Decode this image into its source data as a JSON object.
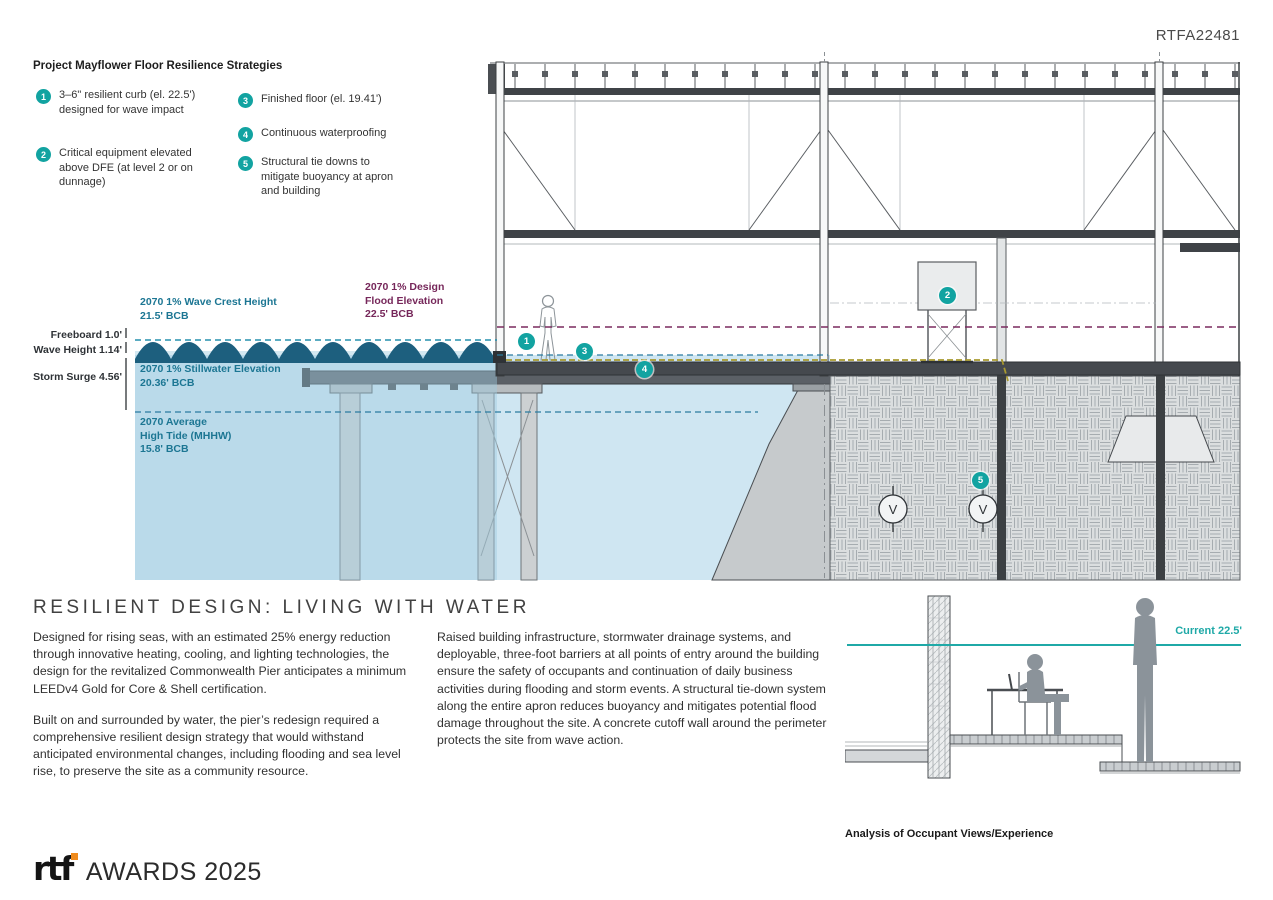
{
  "header": {
    "ref": "RTFA22481"
  },
  "legend": {
    "title": "Project Mayflower Floor Resilience Strategies",
    "items": [
      {
        "num": "1",
        "text": "3–6\" resilient curb (el. 22.5') designed for wave impact"
      },
      {
        "num": "2",
        "text": "Critical equipment elevated above DFE (at level 2 or on dunnage)"
      },
      {
        "num": "3",
        "text": "Finished floor (el. 19.41')"
      },
      {
        "num": "4",
        "text": "Continuous waterproofing"
      },
      {
        "num": "5",
        "text": "Structural tie downs to mitigate buoyancy at apron and building"
      }
    ]
  },
  "diagram": {
    "design_flood_label": "2070 1% Design\nFlood Elevation\n22.5' BCB",
    "wave_crest_label": "2070 1% Wave Crest Height\n21.5' BCB",
    "stillwater_label": "2070 1% Stillwater Elevation\n20.36' BCB",
    "high_tide_label": "2070 Average\nHigh Tide (MHHW)\n15.8' BCB",
    "freeboard_label": "Freeboard 1.0'",
    "wave_height_label": "Wave Height 1.14'",
    "storm_surge_label": "Storm Surge 4.56'",
    "tie_symbol": "V",
    "markers": [
      "1",
      "2",
      "3",
      "4",
      "5"
    ]
  },
  "article": {
    "title": "RESILIENT DESIGN: LIVING WITH WATER",
    "col1": [
      "Designed for rising seas, with an estimated 25% energy reduction through innovative heating, cooling, and lighting technologies, the design for the revitalized Commonwealth Pier anticipates a minimum LEEDv4 Gold for Core & Shell certification.",
      "Built on and surrounded by water, the pier’s redesign required a comprehensive resilient design strategy that would withstand anticipated environmental changes, including flooding and sea level rise, to preserve the site as a community resource."
    ],
    "col2": [
      "Raised building infrastructure, stormwater drainage systems, and deployable, three-foot barriers at all points of entry around the building ensure the safety of occupants and continuation of daily business activities during flooding and storm events. A structural tie-down system along the entire apron reduces buoyancy and mitigates potential flood damage throughout the site. A concrete cutoff wall around the perimeter protects the site from wave action."
    ]
  },
  "detail": {
    "water_label": "Current 22.5'",
    "caption": "Analysis of Occupant Views/Experience"
  },
  "footer": {
    "logo_mark": "rtf",
    "logo_text": "AWARDS 2025"
  },
  "colors": {
    "marker_teal": "#12a3a1",
    "water_light": "#cfe6f2",
    "wave_dark": "#1d5f7e",
    "flood_line_purple": "#7a2a5e",
    "water_label_blue": "#1c7693",
    "waterproofing_yellow": "#a8992f",
    "current_line_teal": "#1fa9a7",
    "logo_orange": "#f08b1d"
  }
}
